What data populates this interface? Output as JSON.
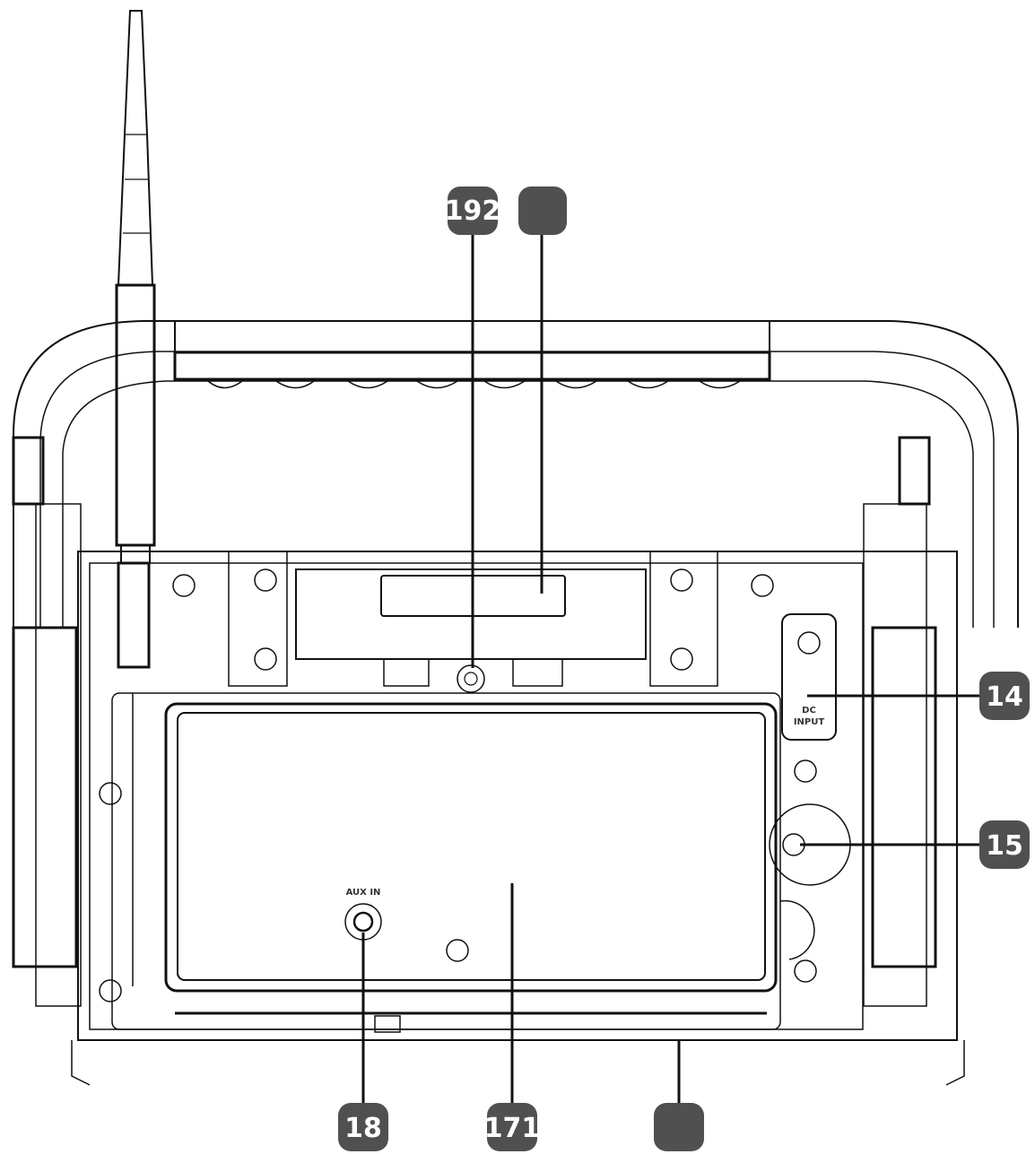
{
  "callouts": {
    "c19_20": "192",
    "c14": "14",
    "c15": "15",
    "c18": "18",
    "c17_16": "171",
    "blank_top": "",
    "blank_bottom": ""
  },
  "panel_labels": {
    "dc_line1": "DC",
    "dc_line2": "INPUT",
    "aux_in": "AUX IN"
  },
  "colors": {
    "badge": "#505050",
    "line": "#111111"
  }
}
